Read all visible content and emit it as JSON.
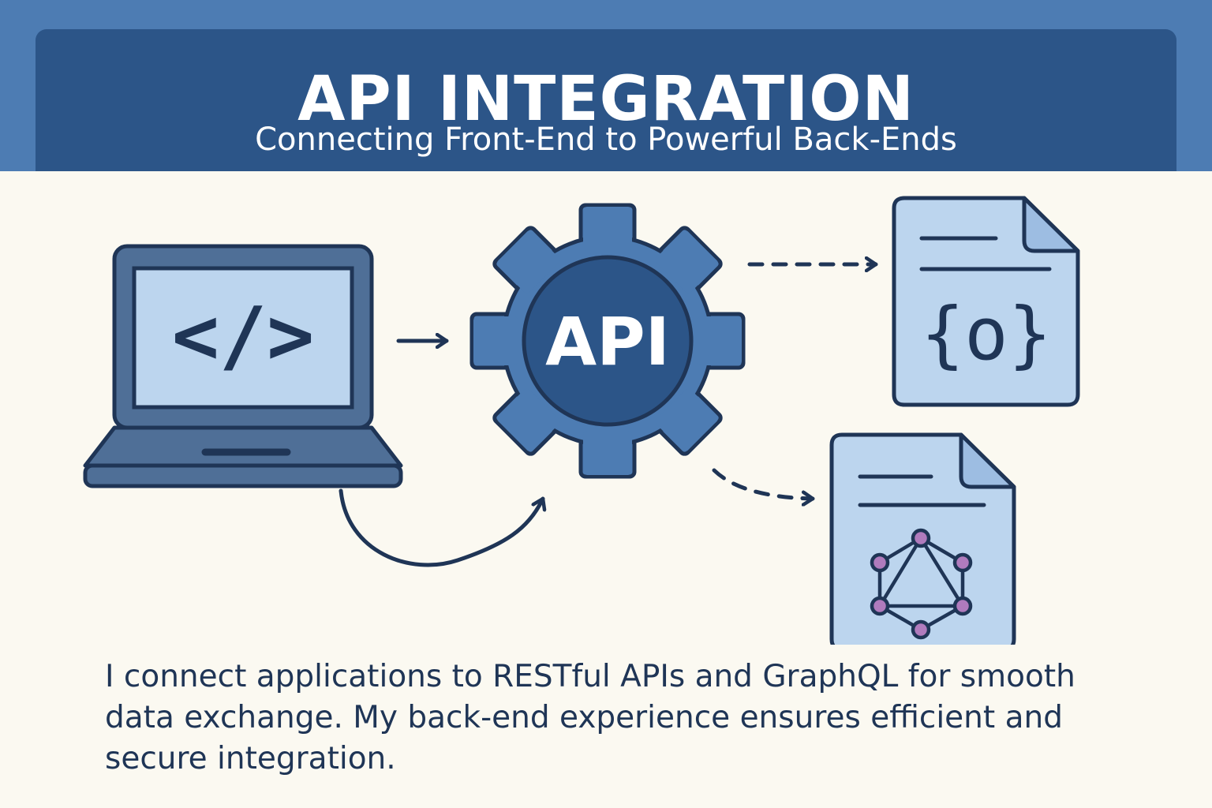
{
  "header": {
    "title": "API INTEGRATION",
    "subtitle": "Connecting Front-End to Powerful Back-Ends"
  },
  "diagram": {
    "laptop_code_glyph": "</>",
    "gear_label": "API",
    "json_doc_glyph": "{o}",
    "icons": [
      "laptop-icon",
      "code-icon",
      "gear-icon",
      "json-document-icon",
      "graphql-document-icon",
      "graphql-logo-icon"
    ]
  },
  "description": "I connect applications to RESTful APIs and GraphQL for smooth data exchange. My back-end experience ensures efficient and secure integration.",
  "colors": {
    "header_band": "#4d7cb3",
    "header_panel": "#2c5588",
    "background": "#fbf9f1",
    "outline": "#1f3556",
    "light_fill": "#bcd5ee",
    "gear_fill": "#4d7cb3",
    "gear_center": "#2c5588",
    "graphql_node": "#b07bbd"
  }
}
